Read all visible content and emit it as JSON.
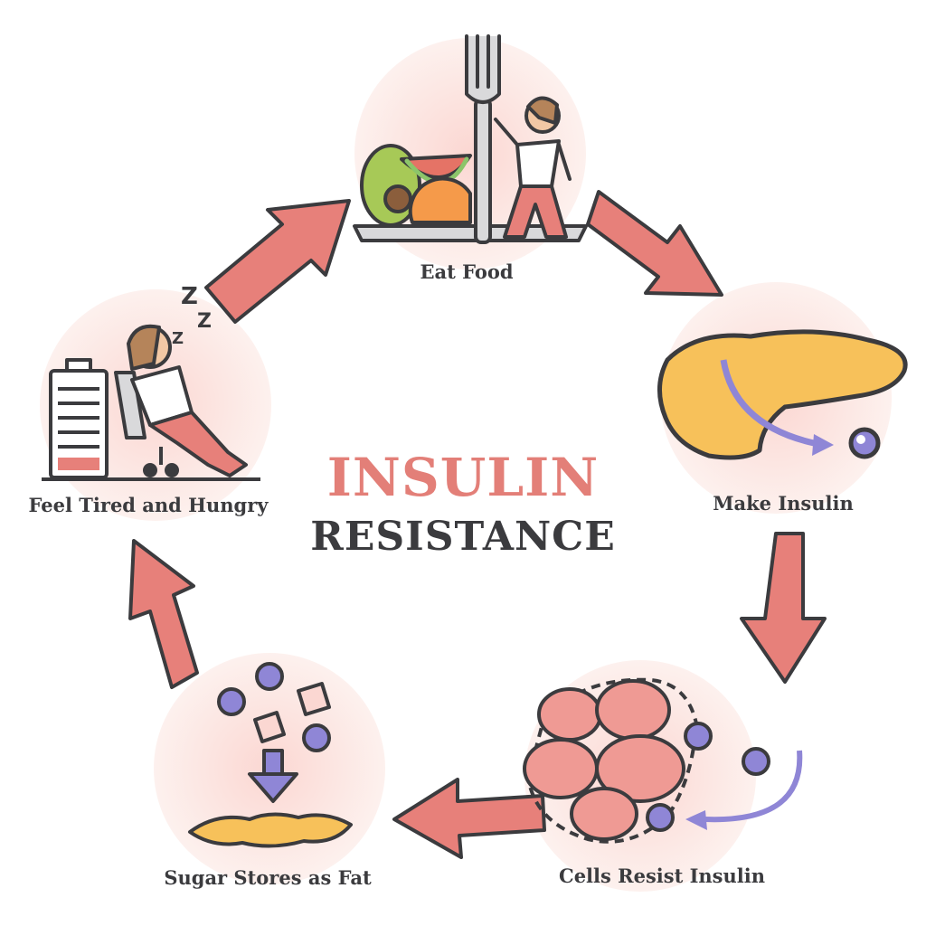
{
  "title": {
    "line1": "INSULIN",
    "line2": "RESISTANCE"
  },
  "steps": [
    {
      "label": "Eat Food",
      "icon": "plate-fork-person-icon"
    },
    {
      "label": "Make Insulin",
      "icon": "pancreas-icon"
    },
    {
      "label": "Cells Resist Insulin",
      "icon": "cells-icon"
    },
    {
      "label": "Sugar Stores as Fat",
      "icon": "sugar-fat-icon"
    },
    {
      "label": "Feel Tired and Hungry",
      "icon": "tired-person-icon"
    }
  ],
  "colors": {
    "title_accent": "#e37f78",
    "title_dark": "#3b3b3e",
    "arrow_fill": "#e7807a",
    "circle_bg": "#fbe3df",
    "outline": "#3b3b3e",
    "pancreas": "#f7c15a",
    "insulin_molecule": "#8f86d6",
    "cell": "#ef9a94"
  }
}
